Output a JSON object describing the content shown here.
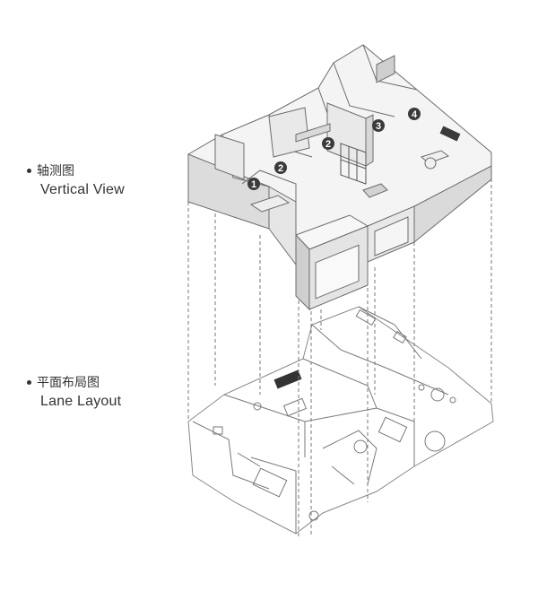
{
  "labels": {
    "vertical": {
      "cn": "轴测图",
      "en": "Vertical View"
    },
    "lane": {
      "cn": "平面布局图",
      "en": "Lane Layout"
    }
  },
  "markers": [
    {
      "id": "1"
    },
    {
      "id": "2"
    },
    {
      "id": "2"
    },
    {
      "id": "3"
    },
    {
      "id": "4"
    }
  ],
  "colors": {
    "line": "#6b6b6b",
    "wall_top": "#f4f4f4",
    "wall_side": "#cfcfcf",
    "wall_front": "#e2e2e2",
    "marker": "#3a3a3a"
  }
}
